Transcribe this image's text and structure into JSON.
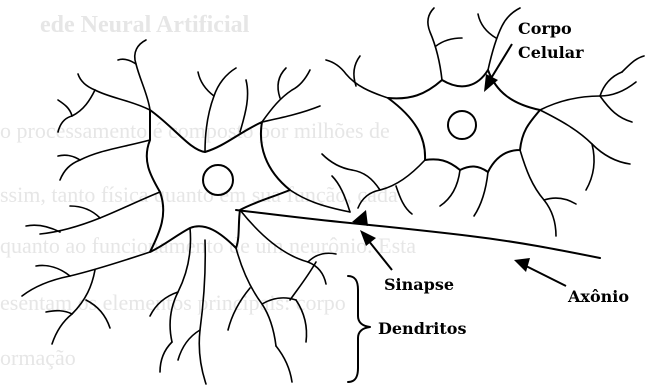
{
  "background_text": {
    "heading": "ede Neural Artificial",
    "line1": "o processamento é composto por milhões de",
    "line2": "ssim, tanto física quanto em sua função, cada",
    "line3": "quanto ao funcionamento de um neurônio. Esta",
    "line4": "esentam os elementos principais: corpo",
    "line5": "ormação"
  },
  "labels": {
    "corpo": "Corpo",
    "celular": "Celular",
    "sinapse": "Sinapse",
    "axonio": "Axônio",
    "dendritos": "Dendritos"
  },
  "colors": {
    "ink": "#000000",
    "ghost": "#e6e6e6"
  }
}
